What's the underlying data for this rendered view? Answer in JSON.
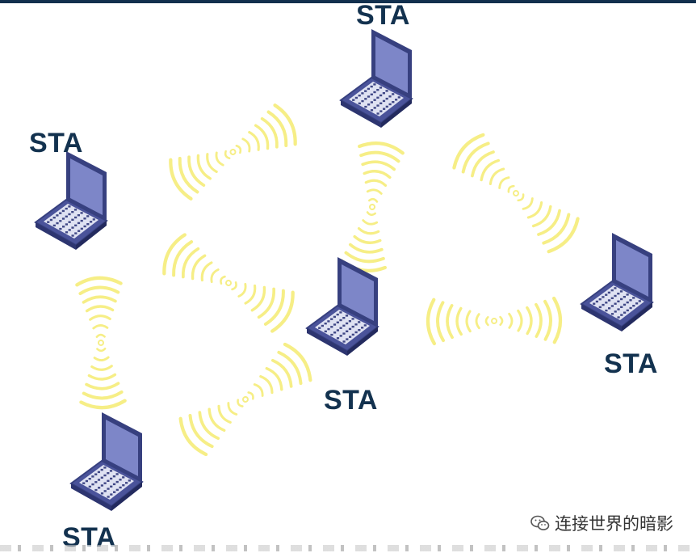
{
  "stations": [
    {
      "label": "STA"
    },
    {
      "label": "STA"
    },
    {
      "label": "STA"
    },
    {
      "label": "STA"
    },
    {
      "label": "STA"
    }
  ],
  "links_count_note": "",
  "watermark": {
    "text": "连接世界的暗影",
    "icon": "wechat-icon"
  },
  "colors": {
    "label": "#13324f",
    "laptop_screen": "#7d86c8",
    "laptop_frame": "#37407f",
    "signal": "#f6ee86",
    "top_bar": "#12304e"
  }
}
